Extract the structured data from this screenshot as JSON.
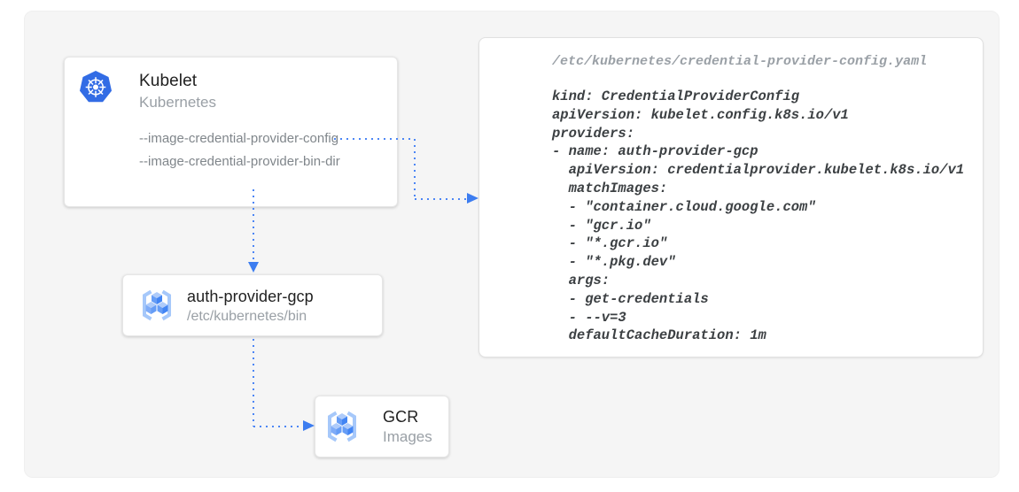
{
  "kubelet_card": {
    "title": "Kubelet",
    "subtitle": "Kubernetes",
    "flags": [
      "--image-credential-provider-config",
      "--image-credential-provider-bin-dir"
    ]
  },
  "auth_provider_card": {
    "title": "auth-provider-gcp",
    "subtitle": "/etc/kubernetes/bin"
  },
  "gcr_card": {
    "title": "GCR",
    "subtitle": "Images"
  },
  "code_panel": {
    "filename": "/etc/kubernetes/credential-provider-config.yaml",
    "yaml": [
      "kind: CredentialProviderConfig",
      "apiVersion: kubelet.config.k8s.io/v1",
      "providers:",
      "- name: auth-provider-gcp",
      "  apiVersion: credentialprovider.kubelet.k8s.io/v1",
      "  matchImages:",
      "  - \"container.cloud.google.com\"",
      "  - \"gcr.io\"",
      "  - \"*.gcr.io\"",
      "  - \"*.pkg.dev\"",
      "  args:",
      "  - get-credentials",
      "  - --v=3",
      "  defaultCacheDuration: 1m"
    ]
  },
  "icons": {
    "kubernetes_icon": "kubernetes-wheel",
    "auth_provider_icon": "container-registry-cubes",
    "gcr_icon": "container-registry-cubes"
  },
  "colors": {
    "kubernetes_blue": "#326ce5",
    "arrow_blue": "#4285f4",
    "canvas_bg": "#f5f5f5",
    "card_title": "#212121",
    "card_subtitle": "#9aa0a6",
    "flag_text": "#80868b",
    "code_filename": "#9aa0a6",
    "code_text": "#3c4043",
    "registry_icon_light": "#a6c8fa",
    "registry_icon_mid": "#669df6",
    "registry_icon_dark": "#4285f4"
  }
}
